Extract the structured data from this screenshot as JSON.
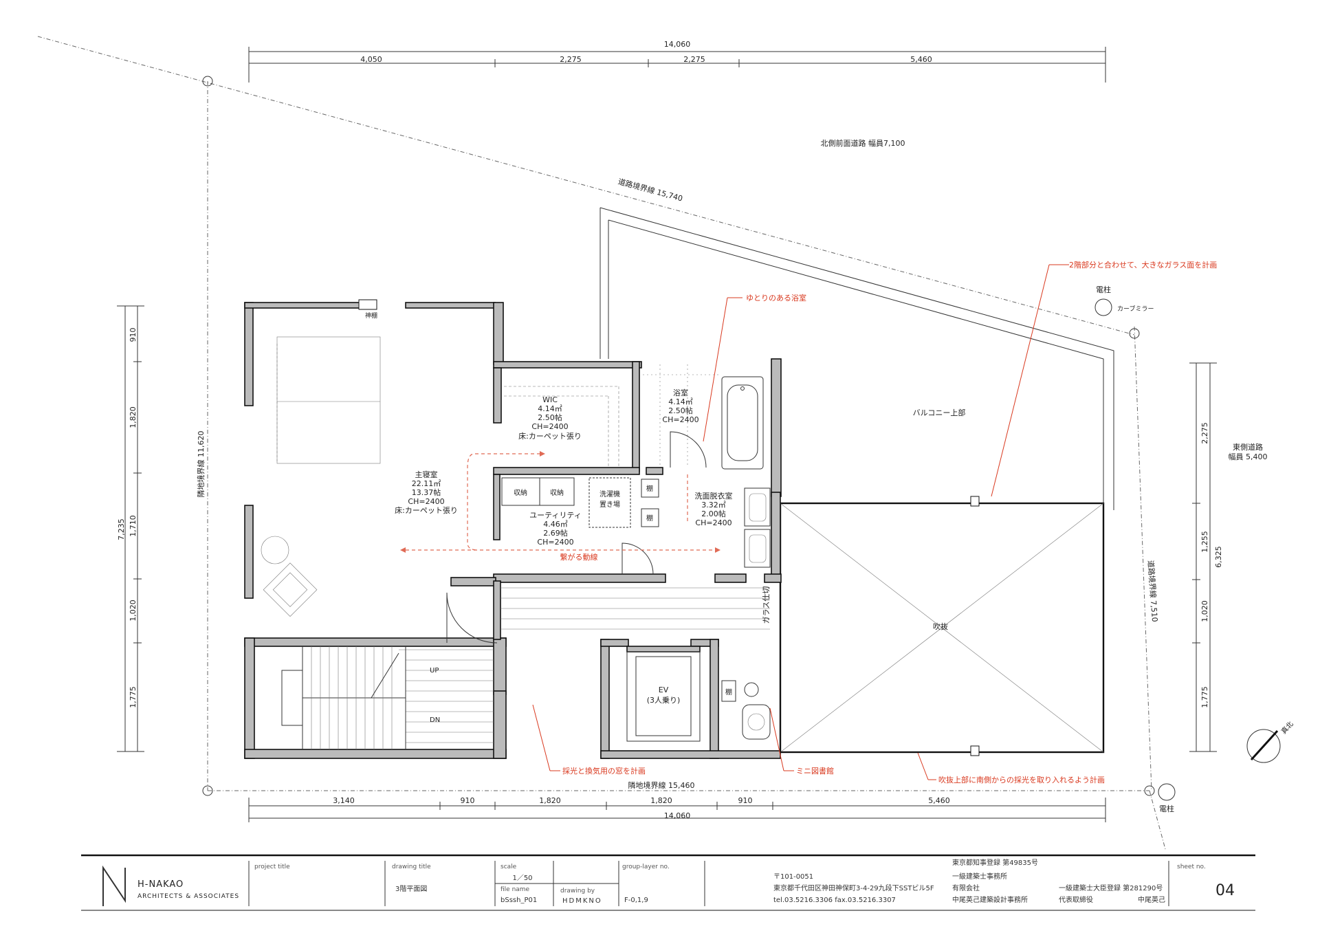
{
  "dimensions": {
    "top_total": "14,060",
    "top_segments": [
      "4,050",
      "2,275",
      "2,275",
      "5,460"
    ],
    "bottom_total": "14,060",
    "bottom_segments": [
      "3,140",
      "910",
      "1,820",
      "1,820",
      "910",
      "5,460"
    ],
    "left_total": "7,235",
    "left_segments": [
      "910",
      "1,820",
      "1,710",
      "1,020",
      "1,775"
    ],
    "right_total": "6,325",
    "right_segments": [
      "2,275",
      "1,255",
      "1,020",
      "1,775"
    ]
  },
  "site": {
    "north_road": "北側前面道路 幅員7,100",
    "road_boundary_north": "道路境界線 15,740",
    "road_boundary_east": "道路境界線 7,510",
    "east_road_line1": "東側道路",
    "east_road_line2": "幅員 5,400",
    "neighbor_left": "隣地境界線 11,620",
    "neighbor_bottom": "隣地境界線 15,460",
    "pole_top": "電柱",
    "curve_mirror": "カーブミラー",
    "pole_bottom": "電柱",
    "north_mark": "真北",
    "balcony": "バルコニー上部",
    "void": "吹抜"
  },
  "rooms": {
    "master": [
      "主寝室",
      "22.11㎡",
      "13.37帖",
      "CH=2400",
      "床:カーペット張り"
    ],
    "shelf_top": "神棚",
    "wic": [
      "WIC",
      "4.14㎡",
      "2.50帖",
      "CH=2400",
      "床:カーペット張り"
    ],
    "bath": [
      "浴室",
      "4.14㎡",
      "2.50帖",
      "CH=2400"
    ],
    "utility": [
      "ユーティリティ",
      "4.46㎡",
      "2.69帖",
      "CH=2400"
    ],
    "storage1": "収納",
    "storage2": "収納",
    "washer": [
      "洗濯機",
      "置き場"
    ],
    "shelf1": "棚",
    "shelf2": "棚",
    "shelf3": "棚",
    "dressing": [
      "洗面脱衣室",
      "3.32㎡",
      "2.00帖",
      "CH=2400"
    ],
    "glass_partition": "ガラス仕切",
    "ev": [
      "EV",
      "(3人乗り)"
    ],
    "up": "UP",
    "dn": "DN"
  },
  "annotations": {
    "glass_wall": "2階部分と合わせて、大きなガラス面を計画",
    "roomy_bath": "ゆとりのある浴室",
    "flow": "繋がる動線",
    "window": "採光と換気用の窓を計画",
    "mini_library": "ミニ図書館",
    "void_light": "吹抜上部に南側からの採光を取り入れるよう計画"
  },
  "title_block": {
    "logo_name": "H-NAKAO",
    "logo_sub": "ARCHITECTS & ASSOCIATES",
    "project_title_label": "project title",
    "drawing_title_label": "drawing title",
    "drawing_title": "3階平面図",
    "scale_label": "scale",
    "scale": "1／50",
    "file_name_label": "file name",
    "file_name": "bSssh_P01",
    "drawing_by_label": "drawing by",
    "drawing_by": "HDMKNO",
    "group_layer_label": "group-layer no.",
    "group_layer": "F-0,1,9",
    "postal": "〒101-0051",
    "address": "東京都千代田区神田神保町3-4-29九段下SSTビル5F",
    "tel": "tel.03.5216.3306 fax.03.5216.3307",
    "registration1": "東京都知事登録 第49835号",
    "registration2": "一級建築士事務所",
    "company_type": "有限会社",
    "company": "中尾英己建築設計事務所",
    "minister_reg": "一級建築士大臣登録 第281290号",
    "rep_title": "代表取締役",
    "rep_name": "中尾英己",
    "sheet_label": "sheet no.",
    "sheet_no": "04"
  }
}
